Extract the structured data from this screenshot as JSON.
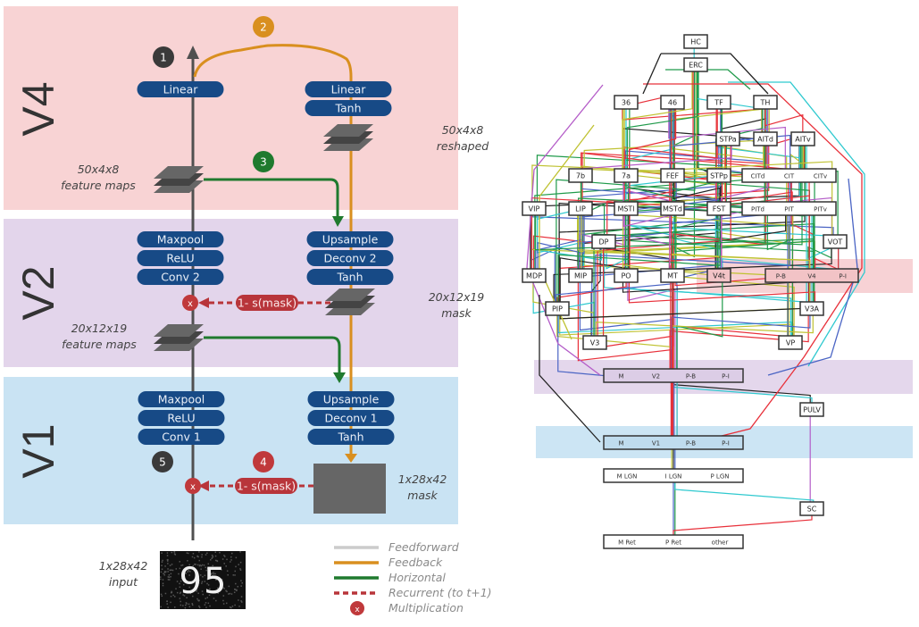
{
  "left_panel": {
    "bands": [
      {
        "id": "v4",
        "label": "V4",
        "color": "#f8d3d4"
      },
      {
        "id": "v2",
        "label": "V2",
        "color": "#e3d5eb"
      },
      {
        "id": "v1",
        "label": "V1",
        "color": "#c9e3f3"
      }
    ],
    "encoder": {
      "v4": [
        "Linear"
      ],
      "v2": [
        "Maxpool",
        "ReLU",
        "Conv 2"
      ],
      "v1": [
        "Maxpool",
        "ReLU",
        "Conv 1"
      ]
    },
    "decoder": {
      "v4": [
        "Linear",
        "Tanh"
      ],
      "v2": [
        "Upsample",
        "Deconv 2",
        "Tanh"
      ],
      "v1": [
        "Upsample",
        "Deconv 1",
        "Tanh"
      ]
    },
    "annotations": {
      "v4_feature_maps": [
        "50x4x8",
        "feature maps"
      ],
      "v4_reshaped": [
        "50x4x8",
        "reshaped"
      ],
      "v2_mask": [
        "20x12x19",
        "mask"
      ],
      "v2_feature_maps": [
        "20x12x19",
        "feature maps"
      ],
      "v1_mask": [
        "1x28x42",
        "mask"
      ],
      "input": [
        "1x28x42",
        "input"
      ]
    },
    "mask_ops": {
      "v2": "1- s(mask)",
      "v1": "1- s(mask)",
      "multiply_symbol": "x"
    },
    "step_markers": [
      {
        "num": "1",
        "color": "#3a3a3a"
      },
      {
        "num": "2",
        "color": "#d98f1f"
      },
      {
        "num": "3",
        "color": "#1f7a2e"
      },
      {
        "num": "4",
        "color": "#c0393b"
      },
      {
        "num": "5",
        "color": "#3a3a3a"
      }
    ],
    "input_digits": "95",
    "legend": [
      {
        "label": "Feedforward",
        "color": "#cccccc",
        "style": "solid"
      },
      {
        "label": "Feedback",
        "color": "#d98f1f",
        "style": "solid"
      },
      {
        "label": "Horizontal",
        "color": "#1f7a2e",
        "style": "solid"
      },
      {
        "label": "Recurrent (to t+1)",
        "color": "#b8353a",
        "style": "dashed"
      },
      {
        "label": "Multiplication",
        "color": "#c0393b",
        "style": "circle-x"
      }
    ],
    "colors": {
      "pill": "#174a86",
      "feedforward_line": "#505050",
      "feedback": "#d98f1f",
      "horizontal": "#1f7a2e",
      "recurrent": "#b8353a",
      "feature_map": "#666666",
      "feature_map_dark": "#444444"
    }
  },
  "right_panel": {
    "band_colors": {
      "v4": "#f6cdd0",
      "v2": "#e1d3ea",
      "v1": "#c6e2f3"
    },
    "areas": [
      {
        "id": "HC",
        "labels": [
          "HC"
        ]
      },
      {
        "id": "ERC",
        "labels": [
          "ERC"
        ]
      },
      {
        "id": "36",
        "labels": [
          "36"
        ]
      },
      {
        "id": "46",
        "labels": [
          "46"
        ]
      },
      {
        "id": "TF",
        "labels": [
          "TF"
        ]
      },
      {
        "id": "TH",
        "labels": [
          "TH"
        ]
      },
      {
        "id": "STPa",
        "labels": [
          "STPa"
        ]
      },
      {
        "id": "AITd",
        "labels": [
          "AITd"
        ]
      },
      {
        "id": "AITv",
        "labels": [
          "AITv"
        ]
      },
      {
        "id": "7b",
        "labels": [
          "7b"
        ]
      },
      {
        "id": "7a",
        "labels": [
          "7a"
        ]
      },
      {
        "id": "FEF",
        "labels": [
          "FEF"
        ]
      },
      {
        "id": "STPp",
        "labels": [
          "STPp"
        ]
      },
      {
        "id": "CIT",
        "labels": [
          "CITd",
          "CIT",
          "CITv"
        ]
      },
      {
        "id": "VIP",
        "labels": [
          "VIP"
        ]
      },
      {
        "id": "LIP",
        "labels": [
          "LIP"
        ]
      },
      {
        "id": "MSTl",
        "labels": [
          "MSTl"
        ]
      },
      {
        "id": "MSTd",
        "labels": [
          "MSTd"
        ]
      },
      {
        "id": "FST",
        "labels": [
          "FST"
        ]
      },
      {
        "id": "PIT",
        "labels": [
          "PITd",
          "PIT",
          "PITv"
        ]
      },
      {
        "id": "DP",
        "labels": [
          "DP"
        ]
      },
      {
        "id": "VOT",
        "labels": [
          "VOT"
        ]
      },
      {
        "id": "MDP",
        "labels": [
          "MDP"
        ]
      },
      {
        "id": "MIP",
        "labels": [
          "MIP"
        ]
      },
      {
        "id": "PO",
        "labels": [
          "PO"
        ]
      },
      {
        "id": "MT",
        "labels": [
          "MT"
        ]
      },
      {
        "id": "V4t",
        "labels": [
          "V4t"
        ]
      },
      {
        "id": "V4",
        "labels": [
          "P-B",
          "V4",
          "P-I"
        ]
      },
      {
        "id": "PIP",
        "labels": [
          "PIP"
        ]
      },
      {
        "id": "V3A",
        "labels": [
          "V3A"
        ]
      },
      {
        "id": "V3",
        "labels": [
          "V3"
        ]
      },
      {
        "id": "VP",
        "labels": [
          "VP"
        ]
      },
      {
        "id": "V2",
        "labels": [
          "M",
          "V2",
          "P-B",
          "P-I"
        ]
      },
      {
        "id": "PULV",
        "labels": [
          "PULV"
        ]
      },
      {
        "id": "V1",
        "labels": [
          "M",
          "V1",
          "P-B",
          "P-I"
        ]
      },
      {
        "id": "LGN",
        "labels": [
          "M LGN",
          "I LGN",
          "P LGN"
        ]
      },
      {
        "id": "SC",
        "labels": [
          "SC"
        ]
      },
      {
        "id": "Ret",
        "labels": [
          "M Ret",
          "P Ret",
          "other"
        ]
      }
    ],
    "edge_colors": [
      "#e8303a",
      "#2fc9cf",
      "#b45cc8",
      "#4a64c4",
      "#bfc232",
      "#1f9a4a",
      "#222222"
    ]
  }
}
